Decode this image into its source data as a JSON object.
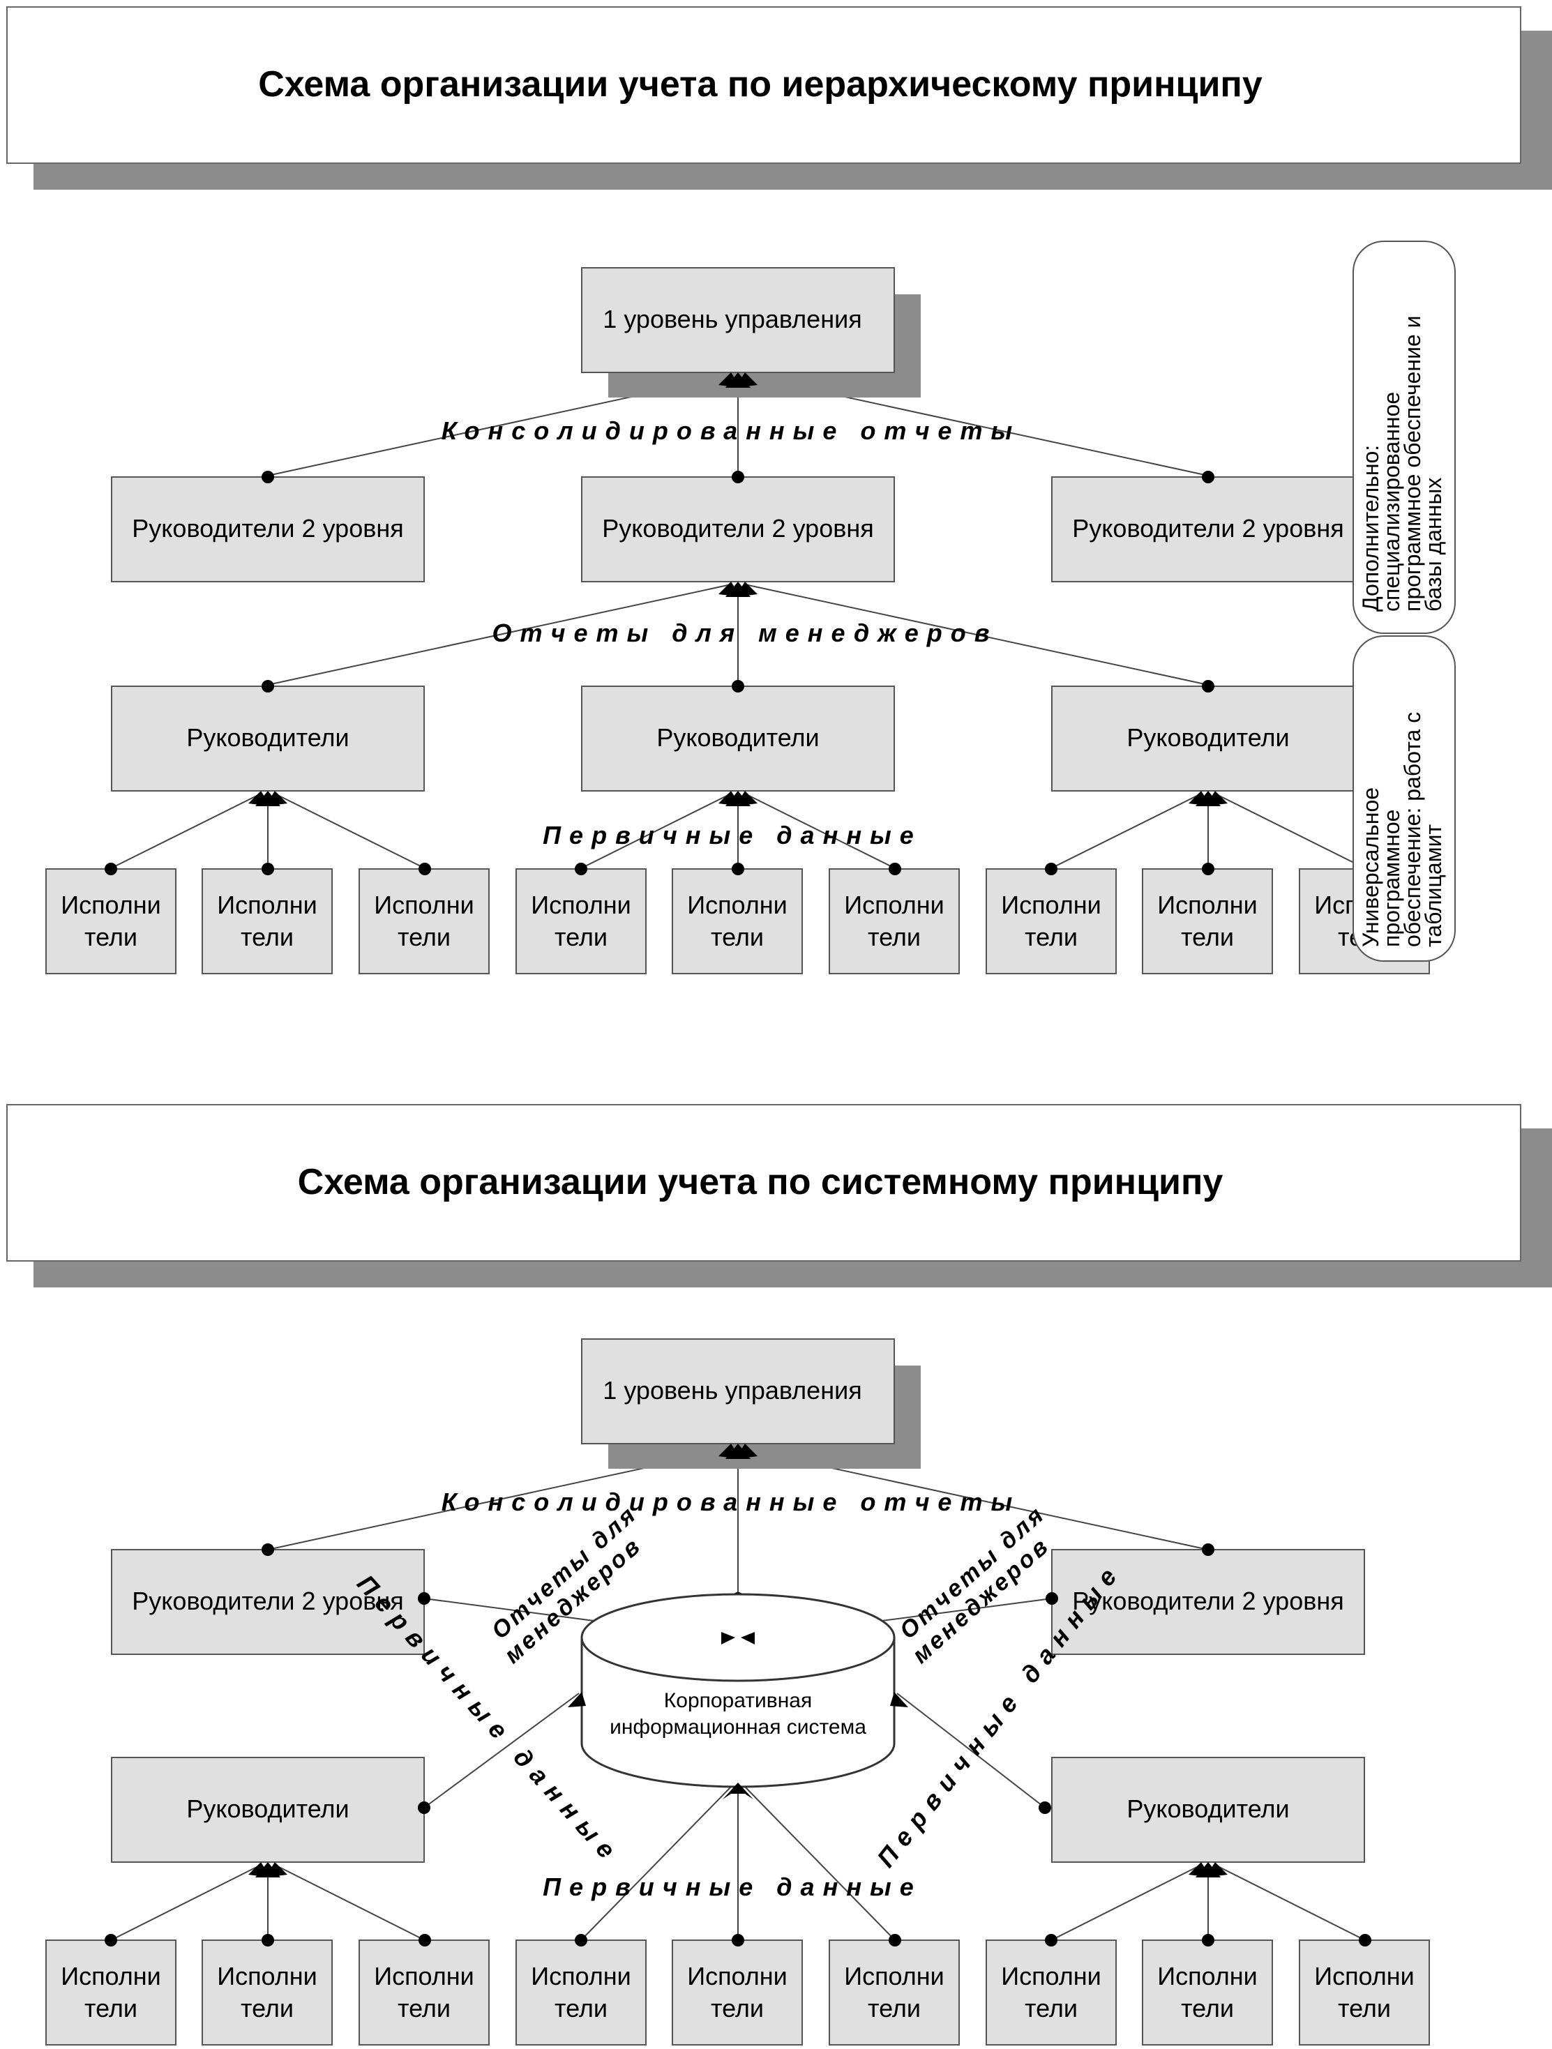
{
  "top": {
    "title": "Схема организации  учета по иерархическому принципу",
    "level1": "1 уровень управления",
    "level2": [
      "Руководители 2 уровня",
      "Руководители 2 уровня",
      "Руководители 2 уровня"
    ],
    "managers": [
      "Руководители",
      "Руководители",
      "Руководители"
    ],
    "executors": [
      [
        "Исполни",
        "тели"
      ],
      [
        "Исполни",
        "тели"
      ],
      [
        "Исполни",
        "тели"
      ],
      [
        "Исполни",
        "тели"
      ],
      [
        "Исполни",
        "тели"
      ],
      [
        "Исполни",
        "тели"
      ],
      [
        "Исполни",
        "тели"
      ],
      [
        "Исполни",
        "тели"
      ],
      [
        "Исполни",
        "тели"
      ]
    ],
    "flow_consolidated": "Консолидированные отчеты",
    "flow_managers": "Отчеты для менеджеров",
    "flow_primary": "Первичные данные",
    "callout_specialized": [
      "Дополнительно:",
      "специализированное",
      "программное обеспечение и",
      "базы данных"
    ],
    "callout_universal": [
      "Универсальное",
      "программное",
      "обеспечение: работа с",
      "таблицамит"
    ]
  },
  "bottom": {
    "title": "Схема организации  учета по системному принципу",
    "level1": "1 уровень управления",
    "level2": [
      "Руководители 2 уровня",
      "Руководители 2 уровня"
    ],
    "managers": [
      "Руководители",
      "Руководители"
    ],
    "cis": [
      "Корпоративная",
      "информационная система"
    ],
    "executors": [
      [
        "Исполни",
        "тели"
      ],
      [
        "Исполни",
        "тели"
      ],
      [
        "Исполни",
        "тели"
      ],
      [
        "Исполни",
        "тели"
      ],
      [
        "Исполни",
        "тели"
      ],
      [
        "Исполни",
        "тели"
      ],
      [
        "Исполни",
        "тели"
      ],
      [
        "Исполни",
        "тели"
      ],
      [
        "Исполни",
        "тели"
      ]
    ],
    "flow_consolidated": "Консолидированные отчеты",
    "flow_managers_left": [
      "Отчеты для",
      "менеджеров"
    ],
    "flow_managers_right": [
      "Отчеты для",
      "менеджеров"
    ],
    "flow_primary_left": "Первичные данные",
    "flow_primary_right": "Первичные данные",
    "flow_primary_bottom": "Первичные данные"
  }
}
